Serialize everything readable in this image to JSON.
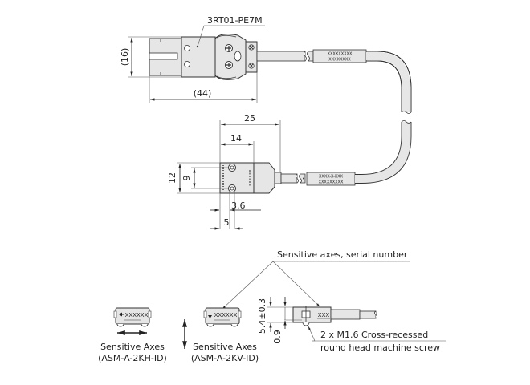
{
  "top_view": {
    "connector_label": "3RT01-PE7M",
    "dim_height": "(16)",
    "dim_length": "(44)"
  },
  "sensor_view": {
    "dim_total": "25",
    "dim_body": "14",
    "dim_height": "12",
    "dim_hole_pitch": "9",
    "dim_screw_offset": "3.6",
    "dim_screw_spacing": "5"
  },
  "cable_marks": {
    "top_line1": "XXXXXXXXX",
    "top_line2": "XXXXXXXX",
    "bottom_line1": "XXXX-X-XXX",
    "bottom_line2": "XXXXXXXXX"
  },
  "side_view": {
    "callout": "Sensitive axes, serial number",
    "dim_height": "5.4±0.3",
    "dim_offset": "0.9",
    "screw_note_line1": "2 x M1.6 Cross-recessed",
    "screw_note_line2": "round head machine screw",
    "serial_mark": "XXX"
  },
  "variants": [
    {
      "caption_line1": "Sensitive Axes",
      "caption_line2": "(ASM-A-2KH-ID)",
      "mark": "XXXXXX",
      "axis": "horizontal"
    },
    {
      "caption_line1": "Sensitive Axes",
      "caption_line2": "(ASM-A-2KV-ID)",
      "mark": "XXXXXX",
      "axis": "vertical"
    }
  ]
}
